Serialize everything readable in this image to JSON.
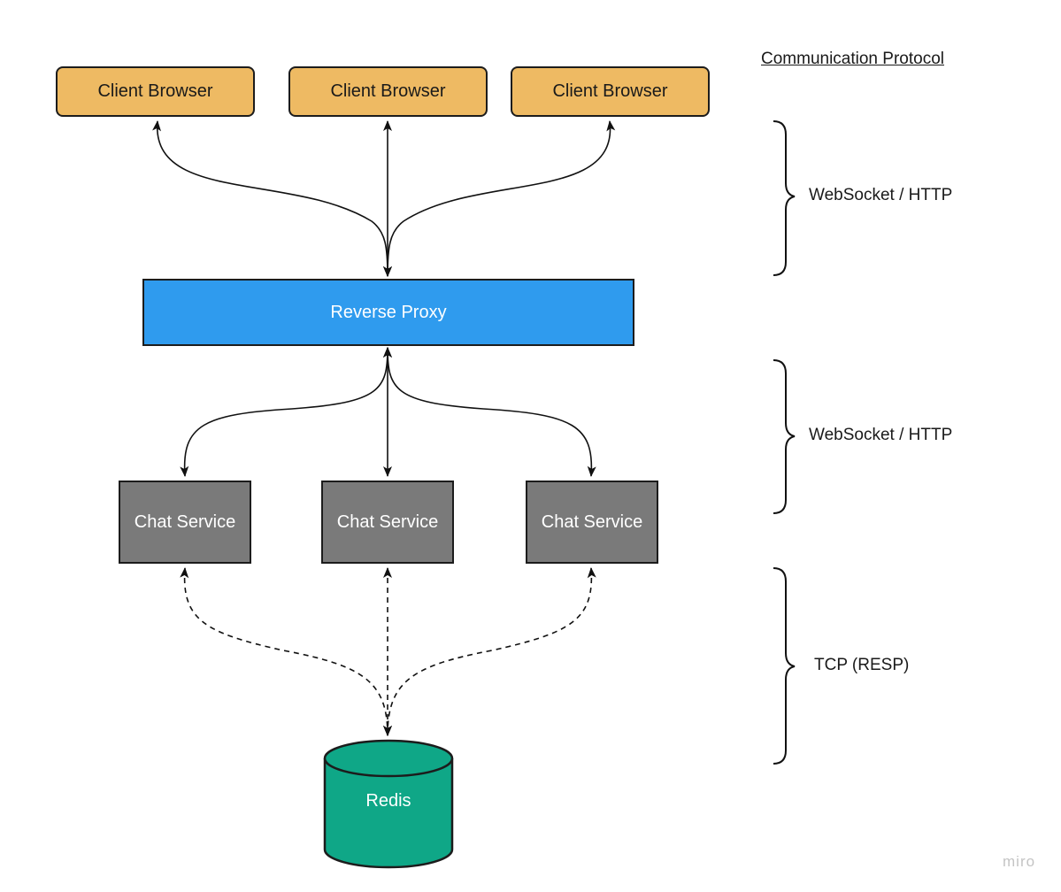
{
  "clients": [
    {
      "label": "Client Browser"
    },
    {
      "label": "Client Browser"
    },
    {
      "label": "Client Browser"
    }
  ],
  "proxy": {
    "label": "Reverse Proxy"
  },
  "services": [
    {
      "label": "Chat Service"
    },
    {
      "label": "Chat Service"
    },
    {
      "label": "Chat Service"
    }
  ],
  "database": {
    "label": "Redis"
  },
  "protocol_panel": {
    "title": "Communication Protocol",
    "layers": [
      {
        "label": "WebSocket / HTTP"
      },
      {
        "label": "WebSocket / HTTP"
      },
      {
        "label": "TCP (RESP)"
      }
    ]
  },
  "watermark": "miro",
  "colors": {
    "client": "#eeba63",
    "proxy": "#2f9bee",
    "service": "#7a7a7a",
    "database": "#0fa787"
  }
}
